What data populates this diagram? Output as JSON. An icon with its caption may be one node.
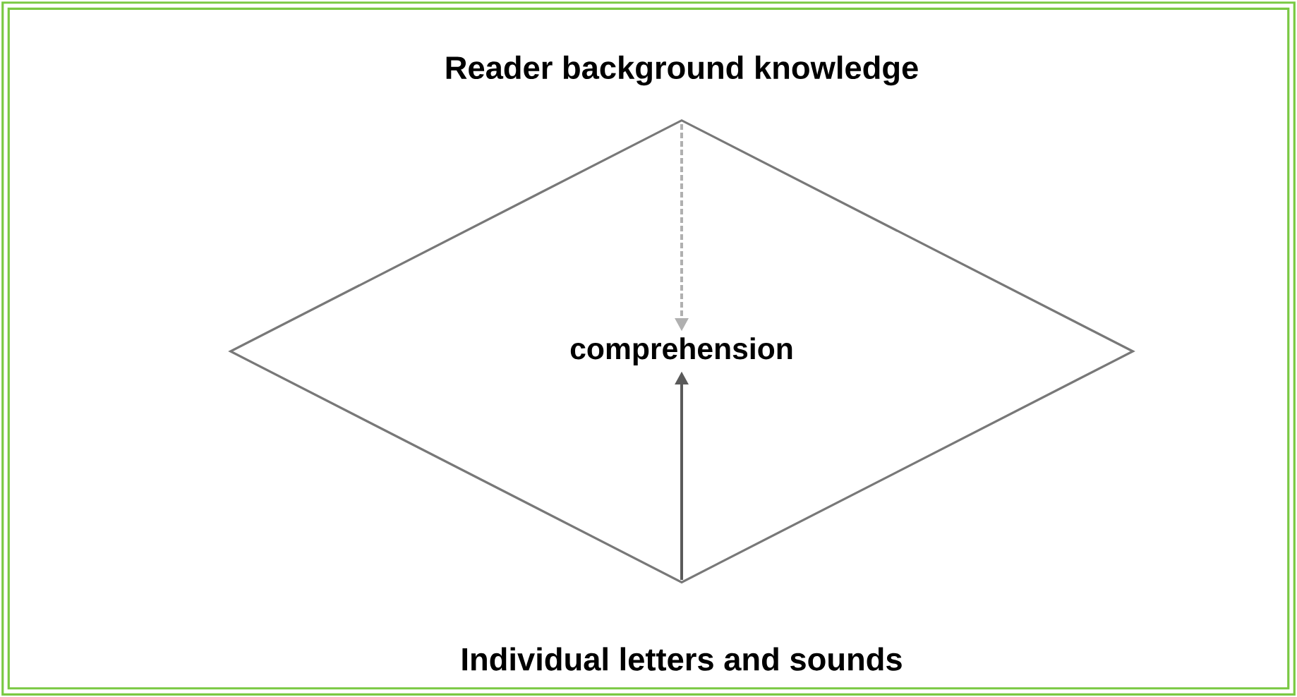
{
  "diagram": {
    "nodes": [
      {
        "text": [],
        "shape": "diamond"
      },
      {
        "text": [
          "comprehension"
        ],
        "in": 0
      }
    ],
    "edges": [
      {
        "from": null,
        "to": 1,
        "arrow": "to",
        "style": "dashed",
        "color": "#b0b0b0"
      },
      {
        "from": null,
        "to": 1,
        "arrow": "to"
      }
    ],
    "labels": [
      "Reader background knowledge",
      "Individual letters and sounds"
    ]
  }
}
